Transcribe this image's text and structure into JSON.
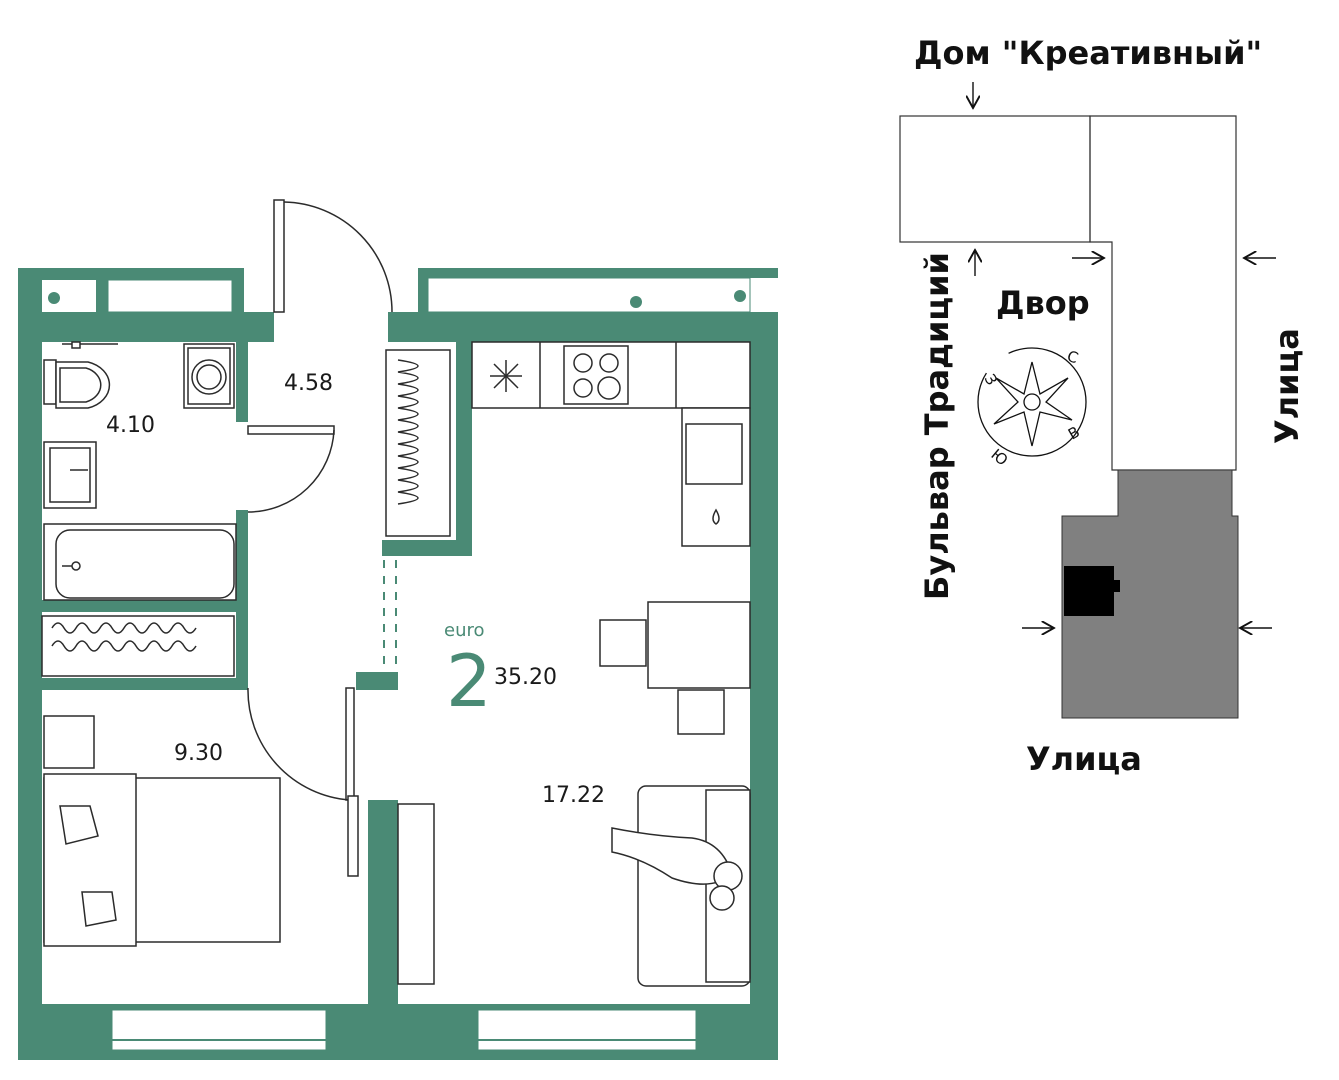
{
  "colors": {
    "wall": "#4a8a75",
    "accent": "#4a8a75",
    "line": "#2b2b2b",
    "building_fill": "#808080",
    "unit_fill": "#000000"
  },
  "apartment": {
    "type_prefix": "euro",
    "rooms_count": "2",
    "total_area": "35.20",
    "rooms": [
      {
        "name": "bathroom",
        "area": "4.10"
      },
      {
        "name": "hallway",
        "area": "4.58"
      },
      {
        "name": "bedroom",
        "area": "9.30"
      },
      {
        "name": "kitchen-living",
        "area": "17.22"
      }
    ]
  },
  "site_map": {
    "top_label": "Дом \"Креативный\"",
    "courtyard": "Двор",
    "left_street": "Бульвар Традиций",
    "right_street": "Улица",
    "bottom_street": "Улица",
    "compass": {
      "n": "С",
      "e": "В",
      "s": "Ю",
      "w": "З"
    }
  }
}
